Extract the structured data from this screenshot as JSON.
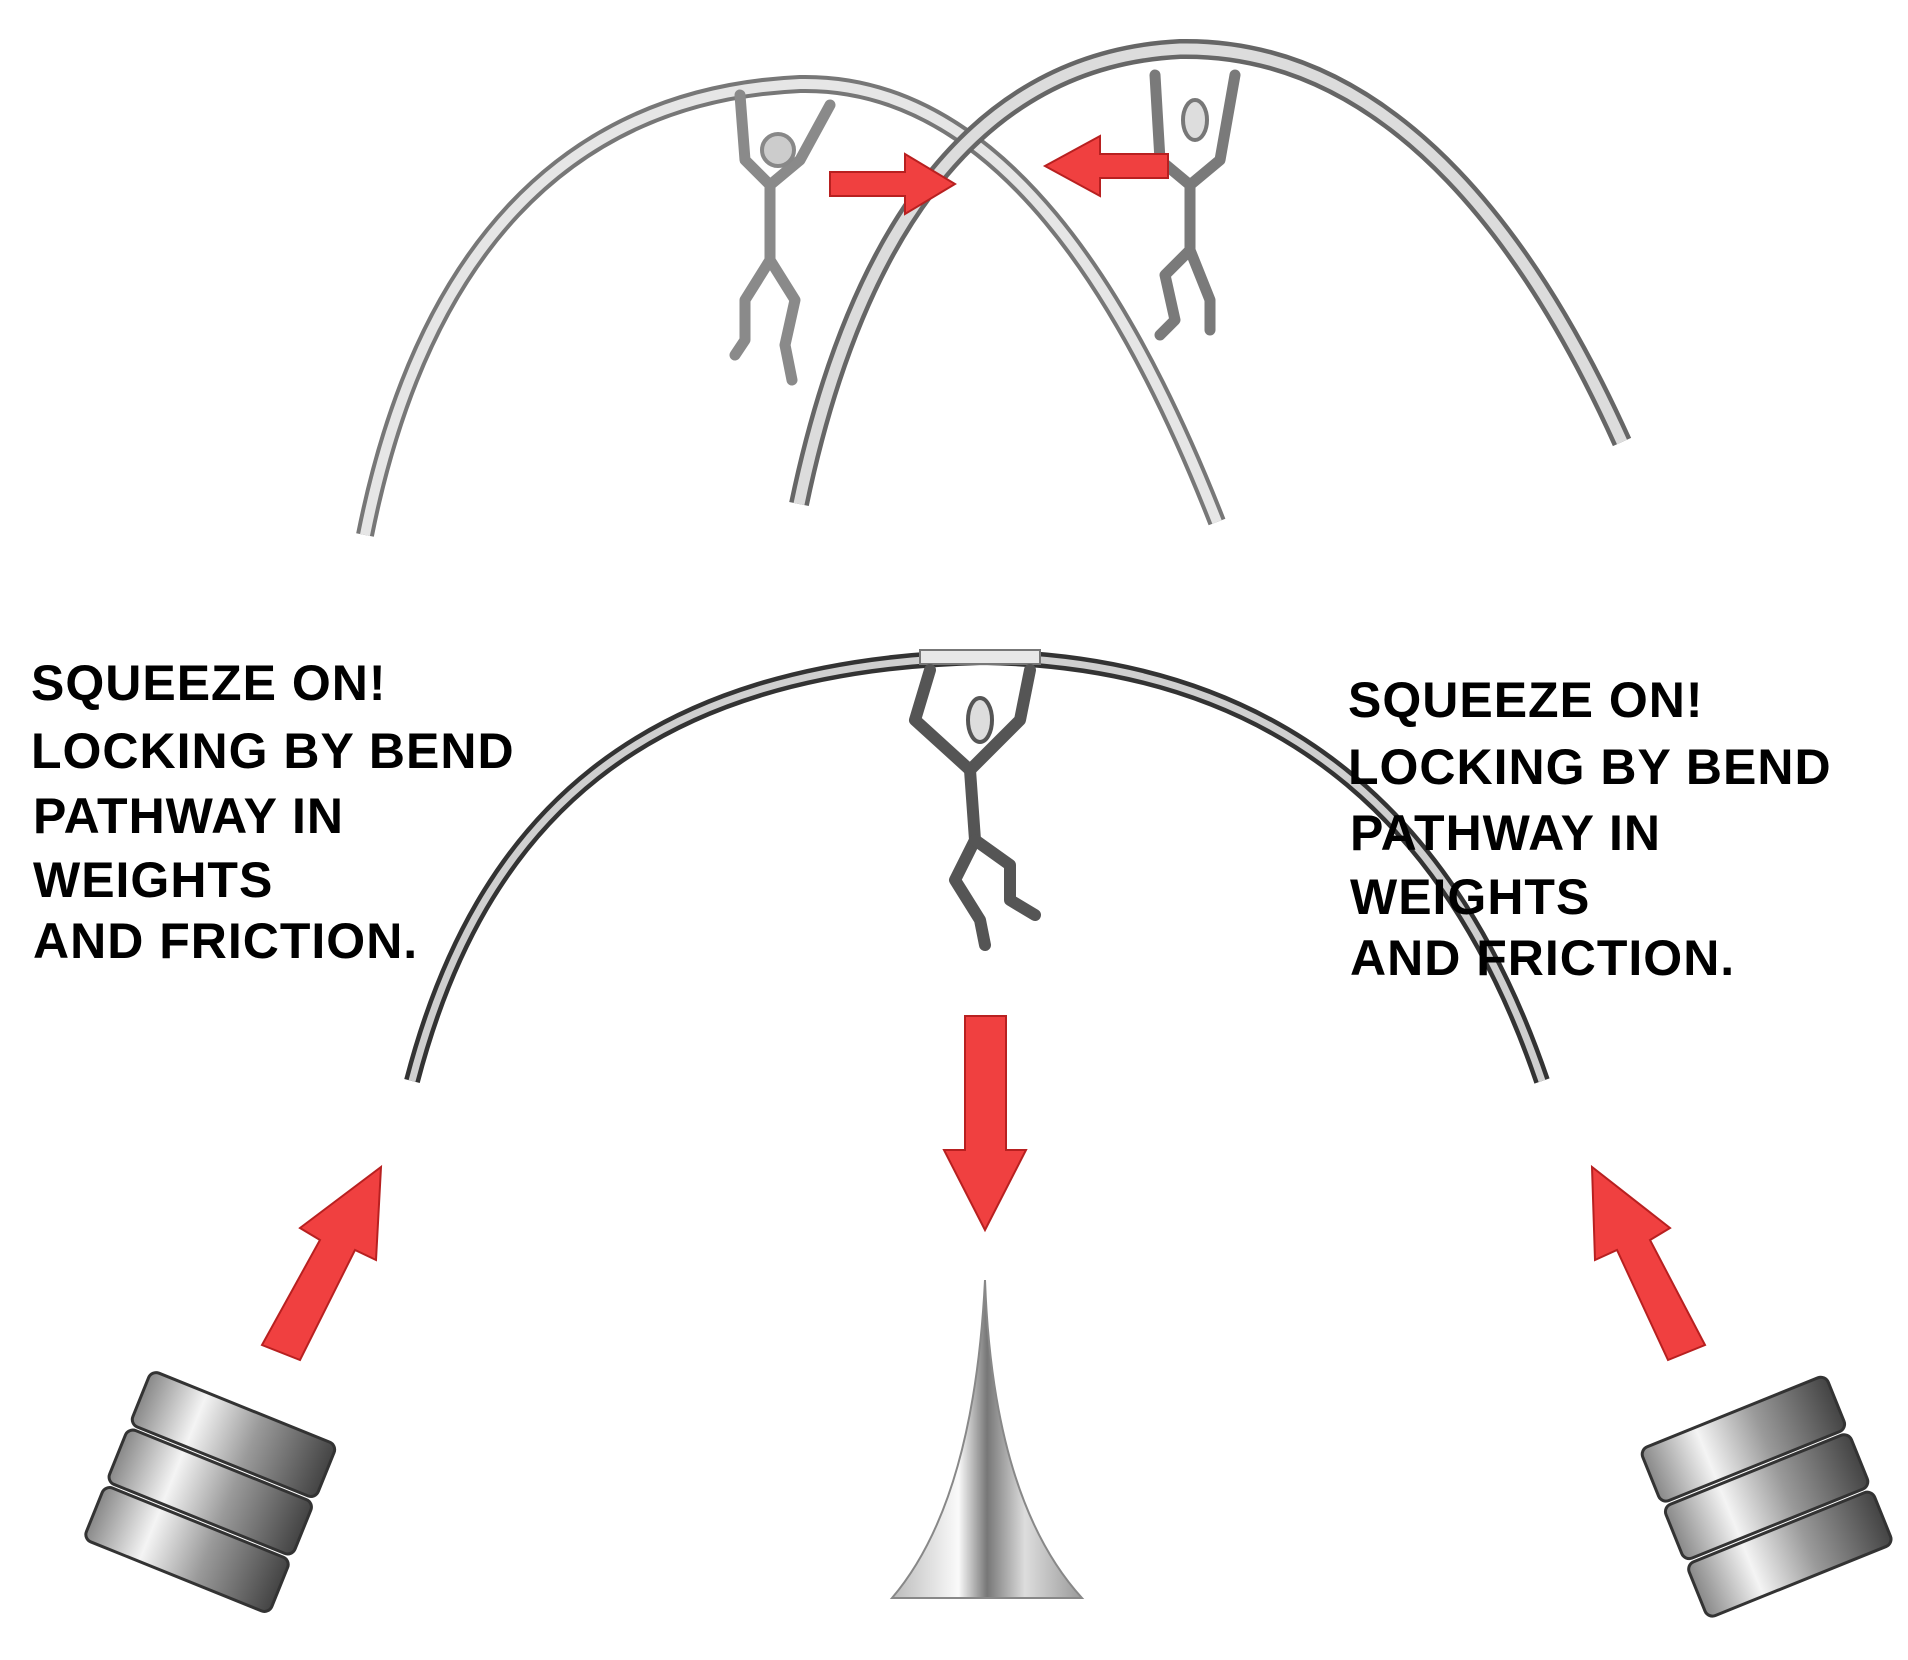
{
  "left_caption": {
    "lines": [
      "SQUEEZE ON!",
      "LOCKING BY BEND",
      "PATHWAY IN",
      "WEIGHTS",
      "AND FRICTION."
    ]
  },
  "right_caption": {
    "lines": [
      "SQUEEZE ON!",
      "LOCKING BY BEND",
      "PATHWAY IN",
      "WEIGHTS",
      "AND FRICTION."
    ]
  },
  "colors": {
    "arrow": "#f04040",
    "arrow_dark": "#b82020",
    "metal_light": "#e8e8e8",
    "metal_dark": "#555555",
    "text": "#000000"
  }
}
